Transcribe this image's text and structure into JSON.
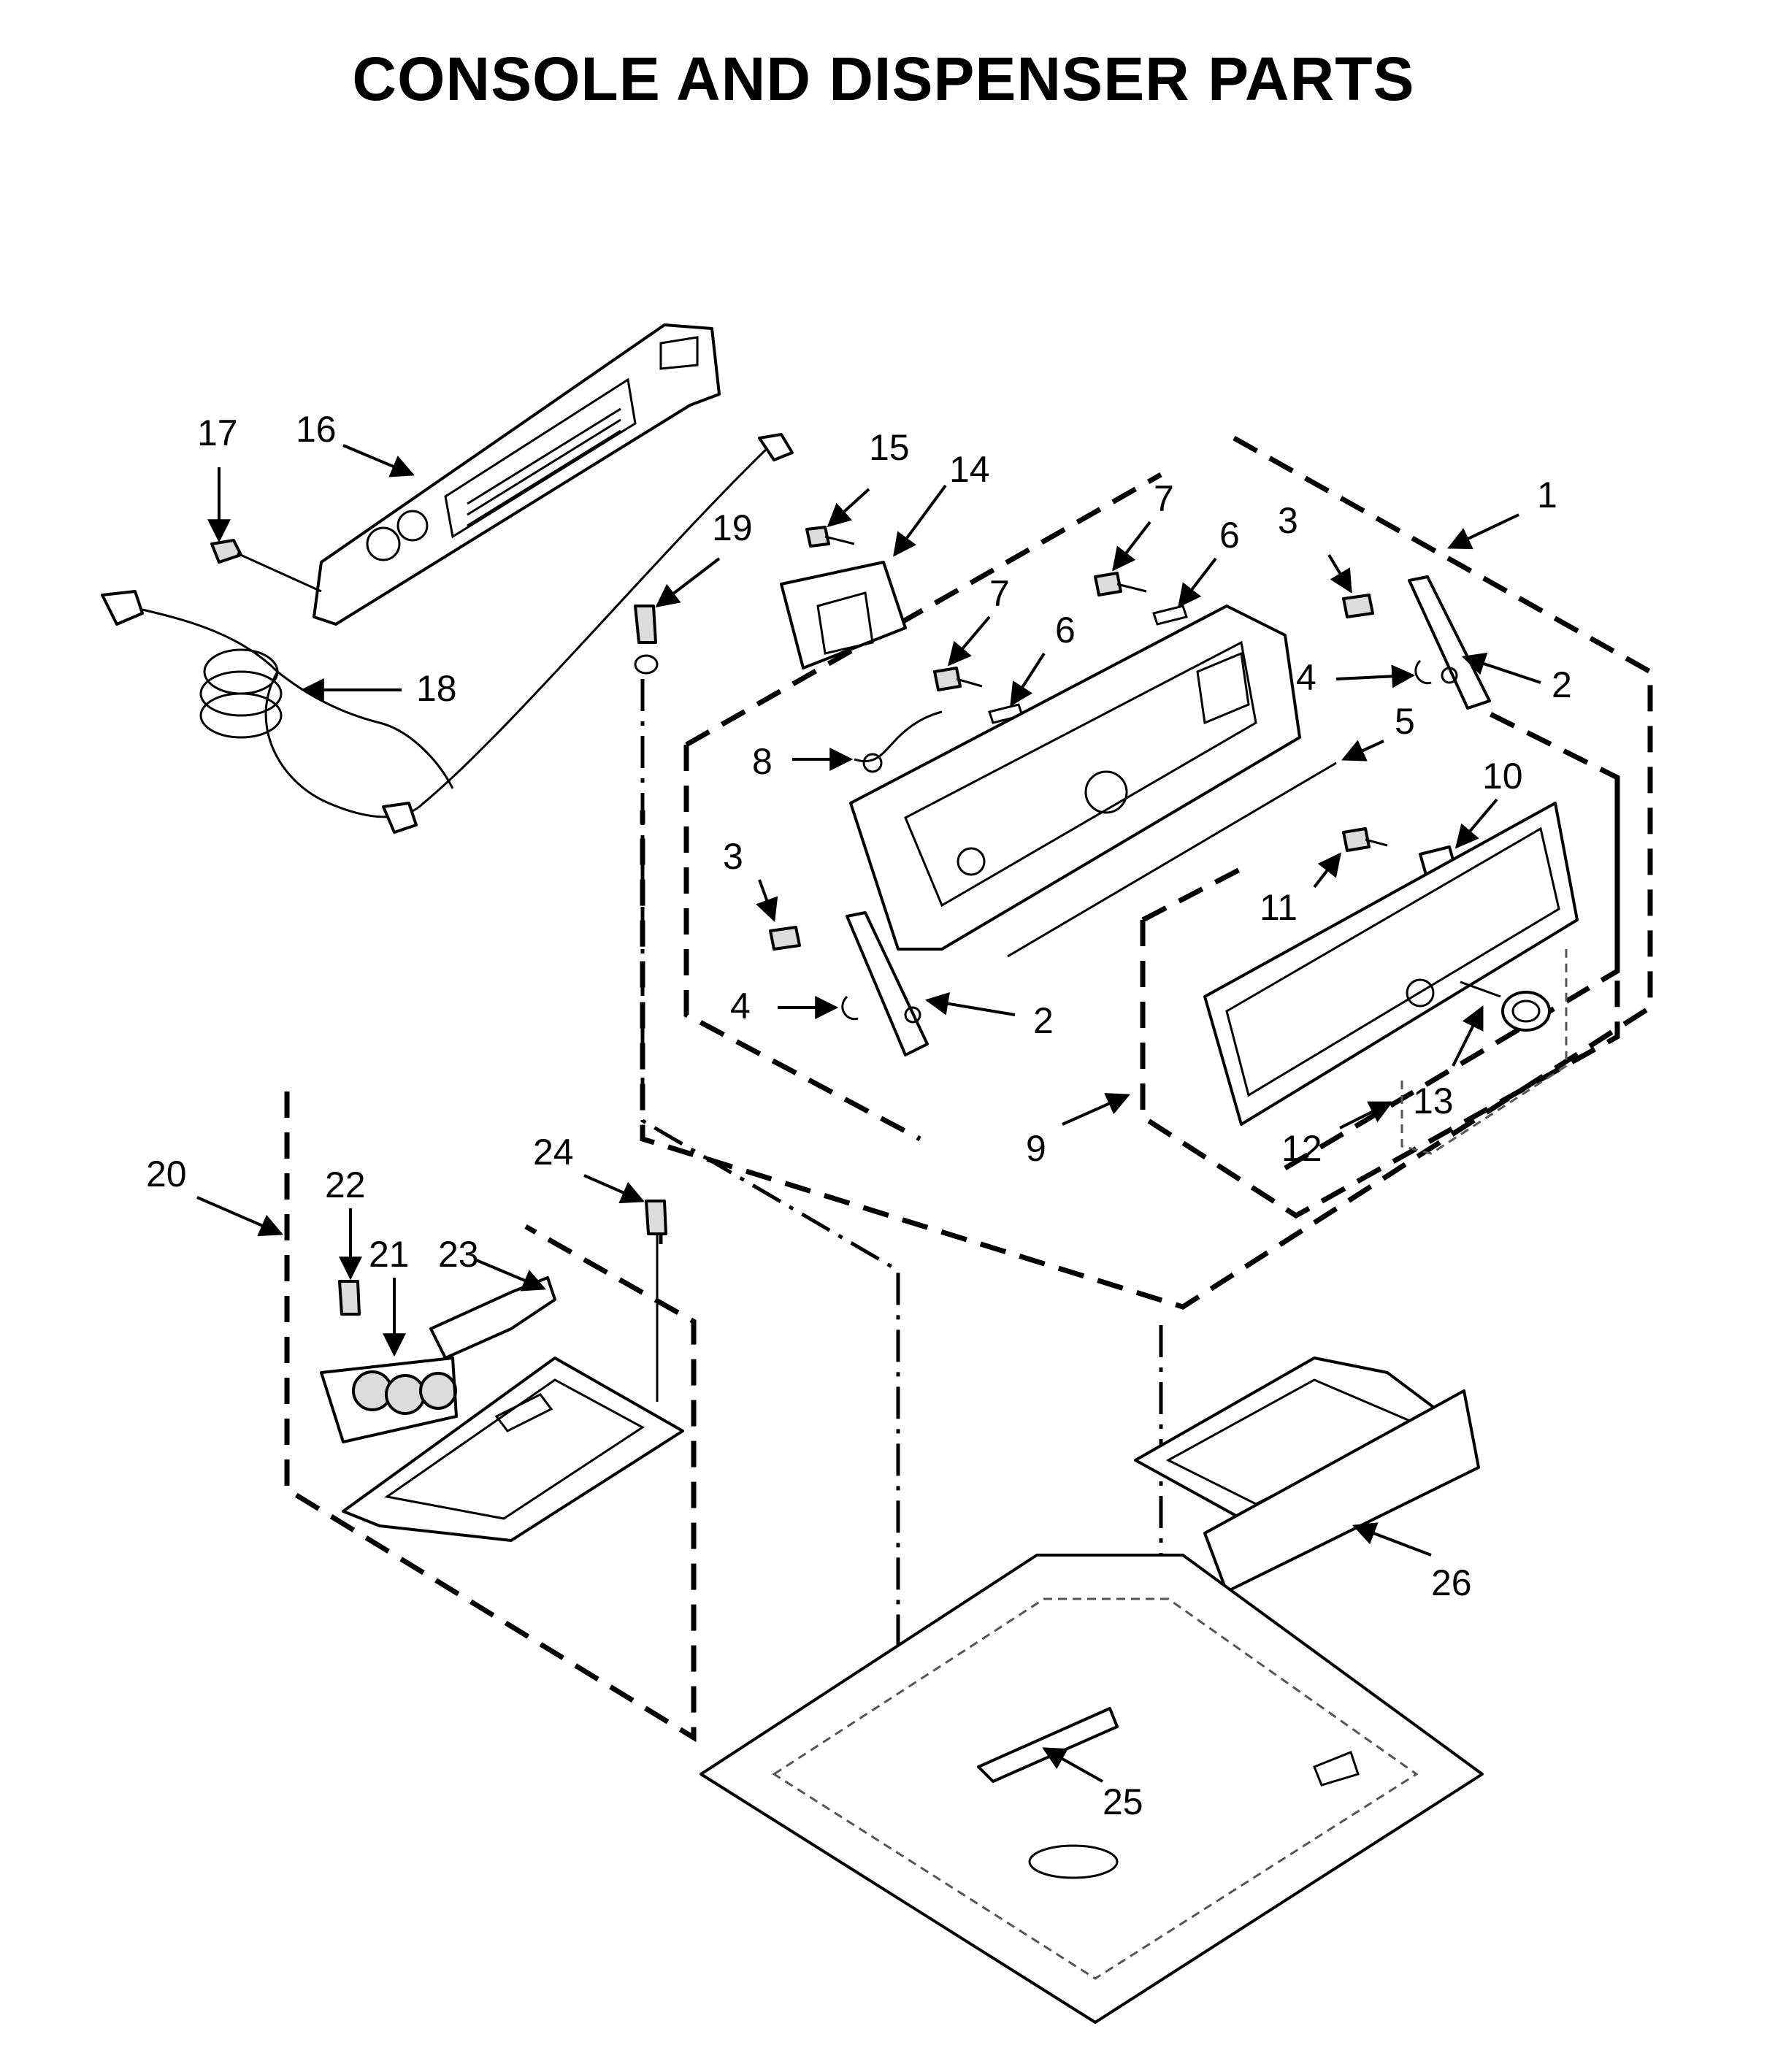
{
  "title": "CONSOLE AND DISPENSER PARTS",
  "callouts": [
    "1",
    "2",
    "2",
    "3",
    "3",
    "4",
    "4",
    "5",
    "6",
    "6",
    "7",
    "7",
    "8",
    "9",
    "10",
    "11",
    "12",
    "13",
    "14",
    "15",
    "16",
    "17",
    "18",
    "19",
    "20",
    "21",
    "22",
    "23",
    "24",
    "25",
    "26"
  ]
}
